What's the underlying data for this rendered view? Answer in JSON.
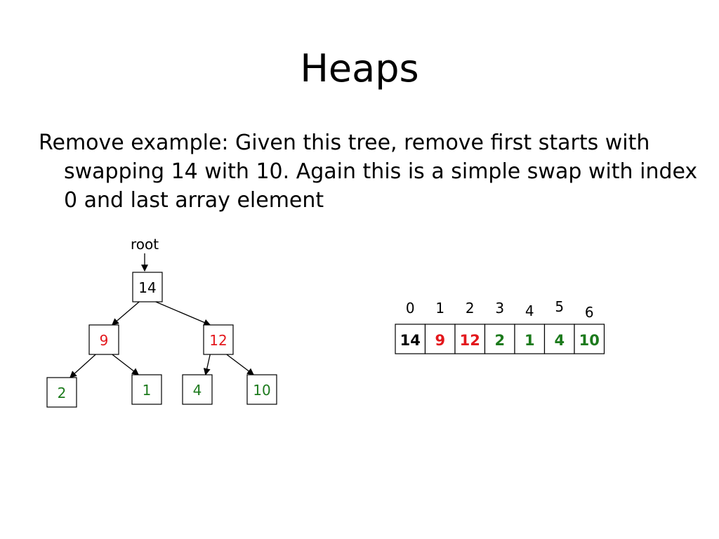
{
  "slide": {
    "title": "Heaps",
    "body": "Remove example: Given this tree, remove first starts with swapping 14 with 10. Again this is a simple swap with index 0 and last array element"
  },
  "colors": {
    "black": "#000000",
    "red": "#e3171c",
    "green": "#1c7a1c"
  },
  "tree": {
    "root_label": "root",
    "nodes": [
      {
        "id": "n14",
        "value": "14",
        "color": "black"
      },
      {
        "id": "n9",
        "value": "9",
        "color": "red"
      },
      {
        "id": "n12",
        "value": "12",
        "color": "red"
      },
      {
        "id": "n2",
        "value": "2",
        "color": "green"
      },
      {
        "id": "n1",
        "value": "1",
        "color": "green"
      },
      {
        "id": "n4",
        "value": "4",
        "color": "green"
      },
      {
        "id": "n10",
        "value": "10",
        "color": "green"
      }
    ],
    "edges": [
      [
        "n14",
        "n9"
      ],
      [
        "n14",
        "n12"
      ],
      [
        "n9",
        "n2"
      ],
      [
        "n9",
        "n1"
      ],
      [
        "n12",
        "n4"
      ],
      [
        "n12",
        "n10"
      ]
    ]
  },
  "array": {
    "indices": [
      "0",
      "1",
      "2",
      "3",
      "4",
      "5",
      "6"
    ],
    "cells": [
      {
        "value": "14",
        "color": "black"
      },
      {
        "value": "9",
        "color": "red"
      },
      {
        "value": "12",
        "color": "red"
      },
      {
        "value": "2",
        "color": "green"
      },
      {
        "value": "1",
        "color": "green"
      },
      {
        "value": "4",
        "color": "green"
      },
      {
        "value": "10",
        "color": "green"
      }
    ]
  }
}
